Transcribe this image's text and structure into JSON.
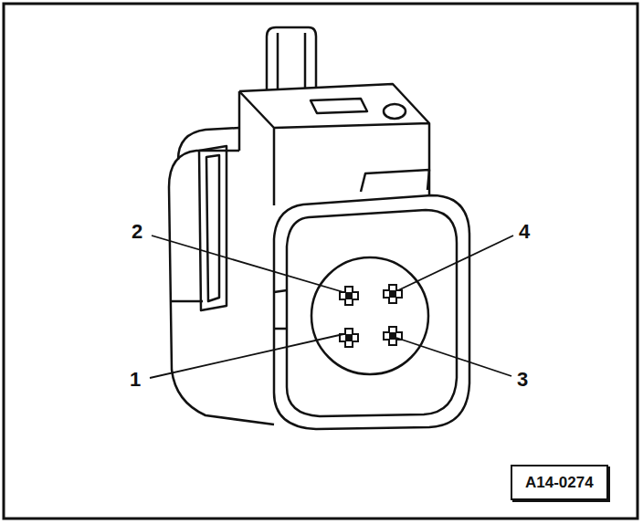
{
  "diagram": {
    "nodes": [
      {
        "text": [
          "A14-0274"
        ]
      }
    ],
    "labels": [
      "2",
      "4",
      "1",
      "3"
    ]
  }
}
